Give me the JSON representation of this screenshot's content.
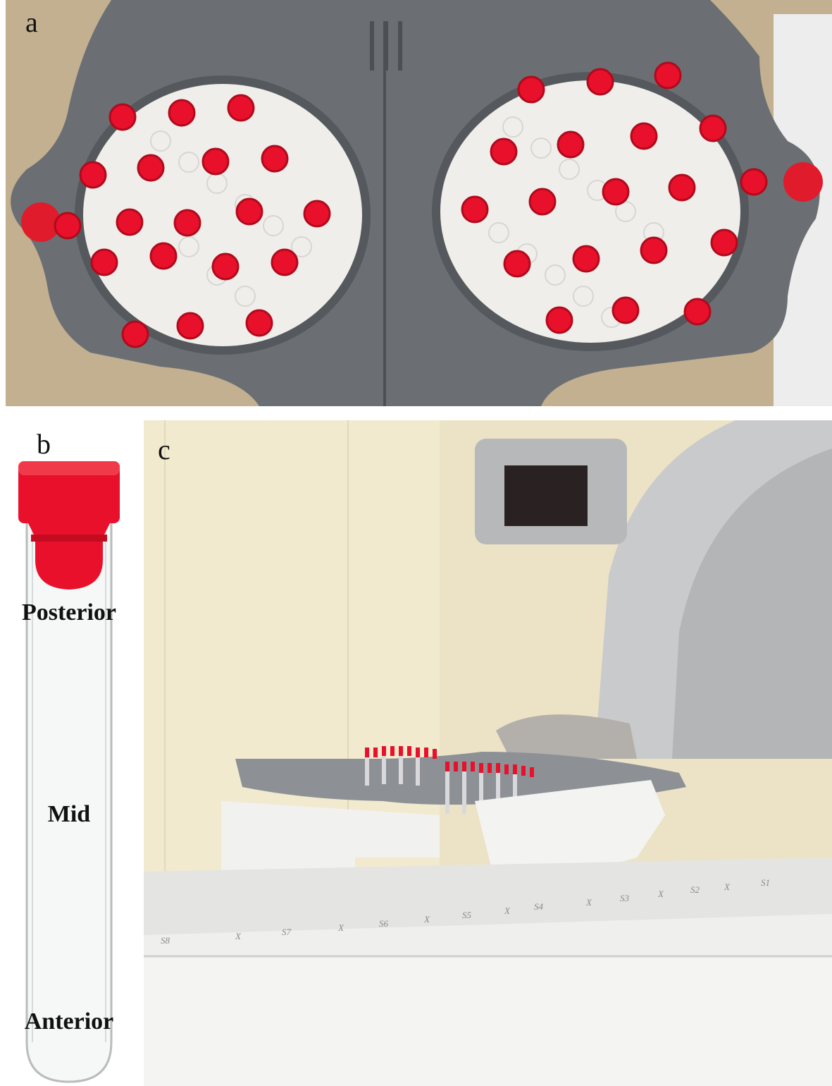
{
  "panels": {
    "a": {
      "letter": "a"
    },
    "b": {
      "letter": "b",
      "labels": {
        "posterior": "Posterior",
        "mid": "Mid",
        "anterior": "Anterior"
      }
    },
    "c": {
      "letter": "c",
      "rail_markings": [
        "S8",
        "X",
        "S7",
        "X",
        "S6",
        "X",
        "S5",
        "X",
        "S4",
        "X",
        "S3",
        "X",
        "S2",
        "X",
        "S1"
      ]
    }
  },
  "colors": {
    "cap_red": "#e8102a",
    "holder_grey": "#6b6f73",
    "rack_white": "#f1f1ef",
    "wall": "#ece3c6"
  }
}
